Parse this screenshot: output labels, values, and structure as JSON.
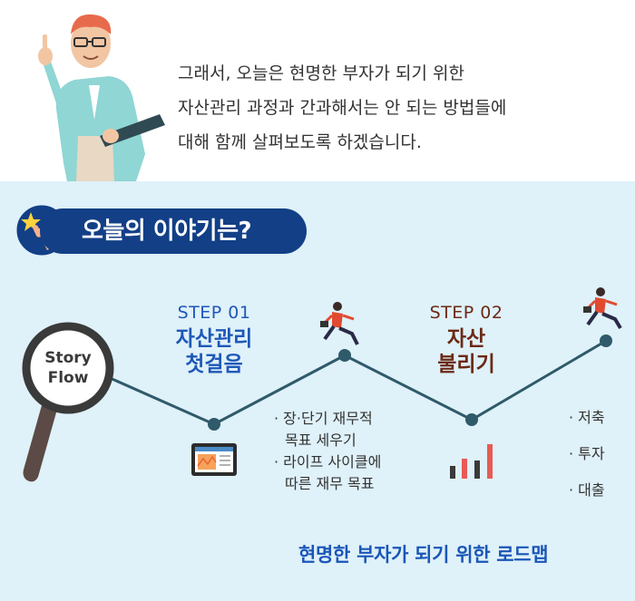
{
  "intro": "그래서, 오늘은 현명한 부자가 되기 위한\n자산관리 과정과 간과해서는 안 되는 방법들에\n대해 함께 살펴보도록 하겠습니다.",
  "section_title": "오늘의 이야기는?",
  "magnifier": {
    "line1": "Story",
    "line2": "Flow"
  },
  "step1": {
    "label": "STEP 01",
    "title1": "자산관리",
    "title2": "첫걸음"
  },
  "step2": {
    "label": "STEP 02",
    "title1": "자산",
    "title2": "불리기"
  },
  "bullets1": {
    "item1_a": "· 장·단기 재무적",
    "item1_b": "목표 세우기",
    "item2_a": "· 라이프 사이클에",
    "item2_b": "따른 재무 목표"
  },
  "bullets2": {
    "item1": "· 저축",
    "item2": "· 투자",
    "item3": "· 대출"
  },
  "roadmap": "현명한 부자가 되기 위한 로드맵",
  "colors": {
    "navy": "#123f86",
    "blue": "#1e58b8",
    "brown": "#6b2a16",
    "line": "#2f5a6a",
    "bg": "#dff1f9"
  },
  "icons": [
    "man-pointing-illustration",
    "star-hand-icon",
    "magnifier-icon",
    "monitor-chart-icon",
    "bar-chart-icon",
    "runner-icon"
  ]
}
